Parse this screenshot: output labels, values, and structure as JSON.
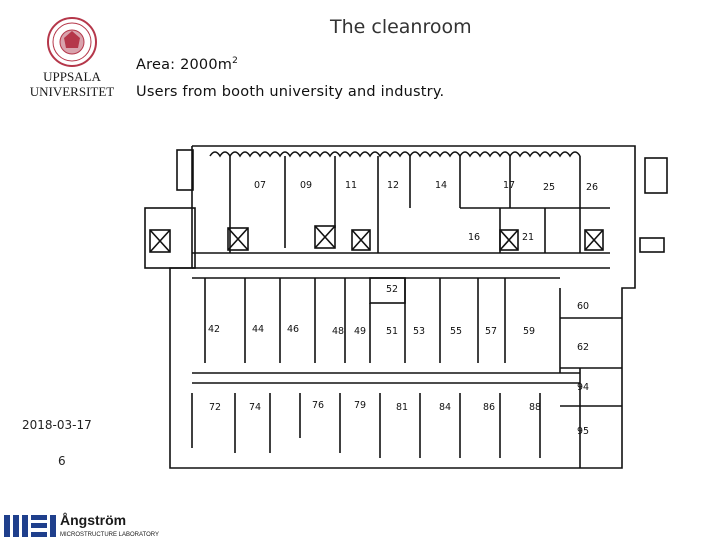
{
  "slide": {
    "title": "The cleanroom",
    "area_text": "Area: 2000m",
    "area_sup": "2",
    "users_text": "Users from booth university and industry.",
    "date": "2018-03-17",
    "page_number": "6"
  },
  "logos": {
    "top": {
      "line1": "UPPSALA",
      "line2": "UNIVERSITET",
      "icon": "uppsala-seal-icon",
      "color": "#b5374a"
    },
    "bottom": {
      "name": "Ångström",
      "subtitle": "MICROSTRUCTURE LABORATORY",
      "icon": "msl-logo-icon",
      "color": "#1f3f8c"
    }
  },
  "floor_plan": {
    "top_rooms": [
      "07",
      "09",
      "11",
      "12",
      "14",
      "17",
      "25",
      "26"
    ],
    "mid_rooms": [
      "16",
      "21"
    ],
    "corridor_room": "52",
    "middle_rooms": [
      "42",
      "44",
      "46",
      "48",
      "49",
      "51",
      "53",
      "55",
      "57",
      "59"
    ],
    "right_rooms": [
      "60",
      "62",
      "94",
      "95"
    ],
    "bottom_rooms": [
      "72",
      "74",
      "76",
      "79",
      "81",
      "84",
      "86",
      "88"
    ]
  }
}
